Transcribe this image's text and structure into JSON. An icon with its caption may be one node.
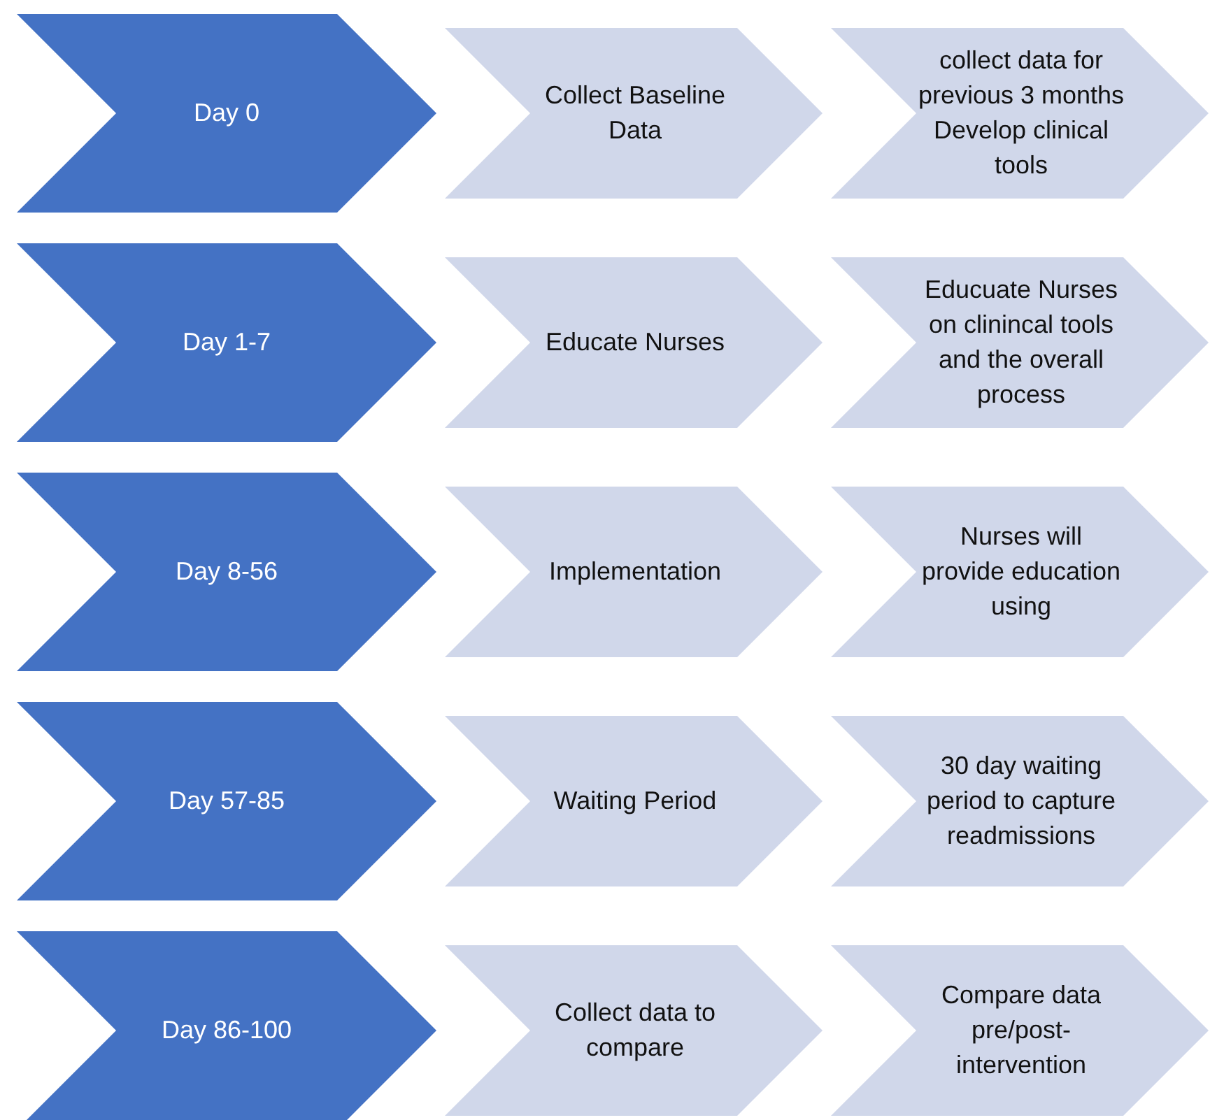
{
  "diagram": {
    "nodes": [
      {
        "text": [
          "Day 0"
        ]
      },
      {
        "text": [
          "Collect Baseline Data"
        ]
      },
      {
        "text": [
          "collect data for previous 3 months Develop clinical tools"
        ]
      },
      {
        "text": [
          "Day 1-7"
        ]
      },
      {
        "text": [
          "Educate Nurses"
        ]
      },
      {
        "text": [
          "Educuate Nurses on clinincal tools and the overall process"
        ]
      },
      {
        "text": [
          "Day 8-56"
        ]
      },
      {
        "text": [
          "Implementation"
        ]
      },
      {
        "text": [
          "Nurses will provide education using"
        ]
      },
      {
        "text": [
          "Day 57-85"
        ]
      },
      {
        "text": [
          "Waiting Period"
        ]
      },
      {
        "text": [
          "30 day waiting period to capture readmissions"
        ]
      },
      {
        "text": [
          "Day 86-100"
        ]
      },
      {
        "text": [
          "Collect data to compare"
        ]
      },
      {
        "text": [
          "Compare data pre/post-intervention"
        ]
      }
    ]
  }
}
